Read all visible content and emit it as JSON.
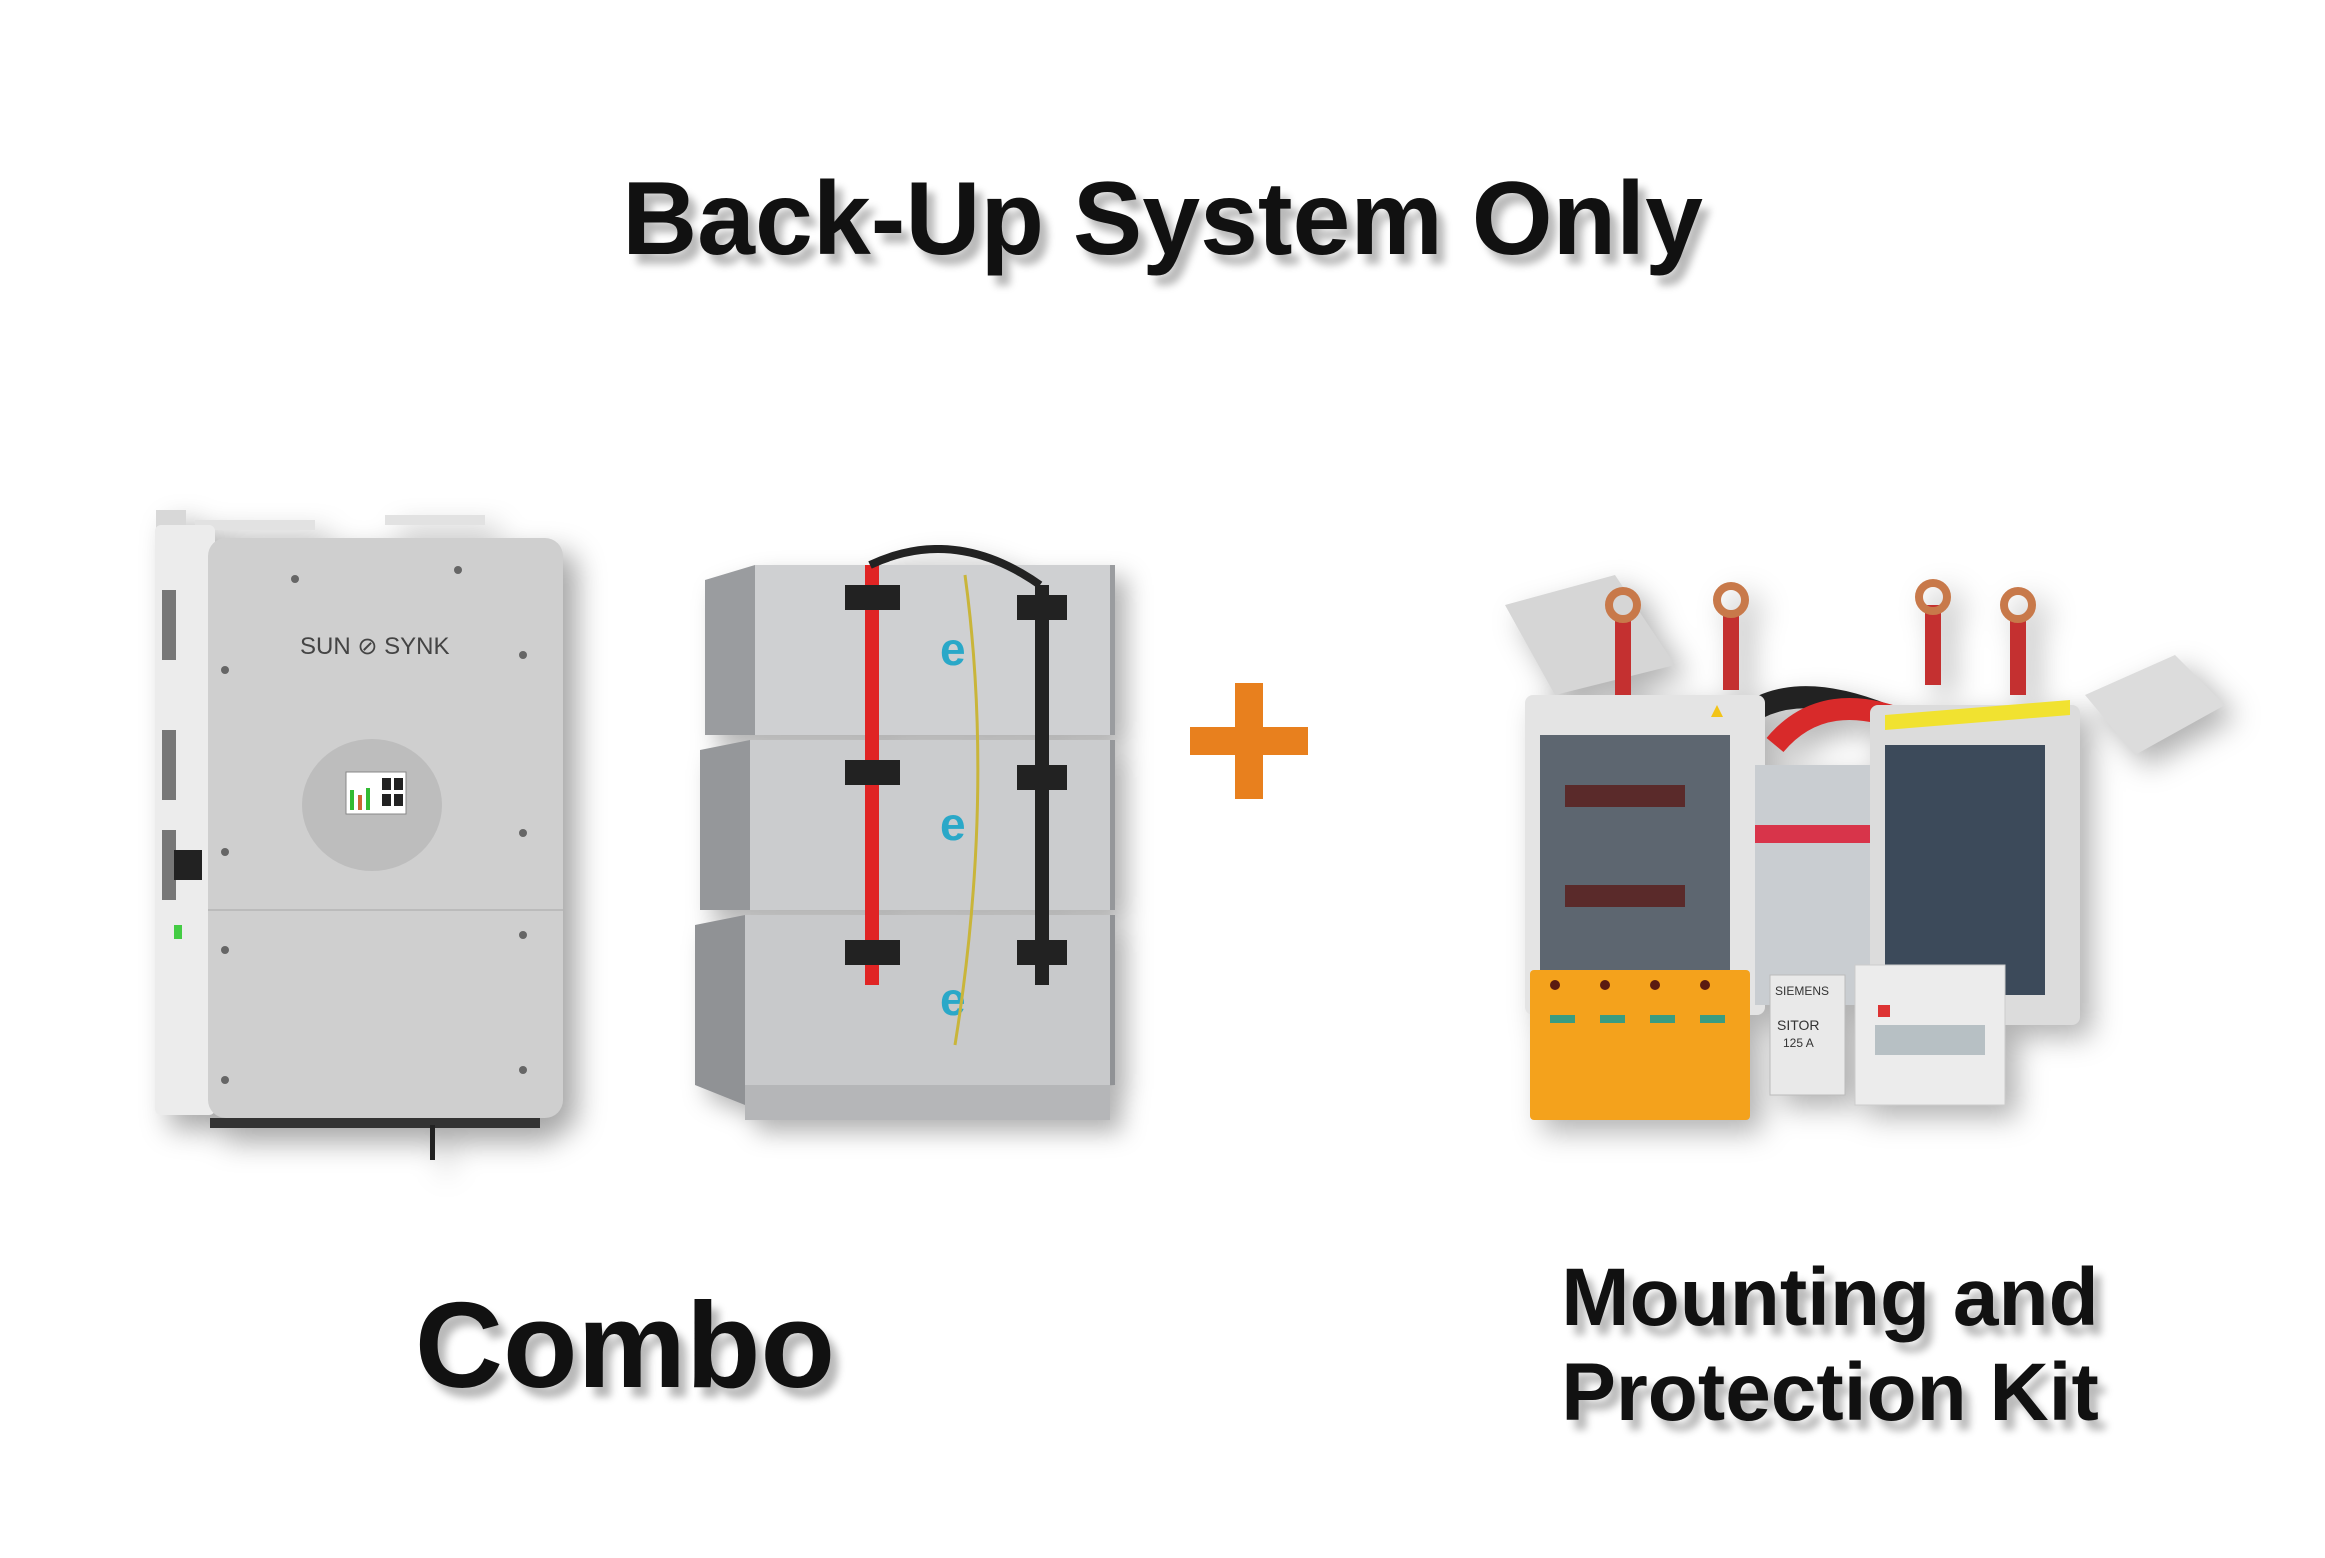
{
  "title": "Back-Up System Only",
  "products": {
    "combo": {
      "label": "Combo",
      "inverter_logo": "SUN SYNK",
      "image": "inverter-and-stacked-battery"
    },
    "plus_icon": {
      "icon": "plus-icon",
      "color": "#e8801e"
    },
    "kit": {
      "label_line1": "Mounting and",
      "label_line2": "Protection Kit",
      "fuse_logo": "SIEMENS SITOR 125 A",
      "image": "mounting-and-protection-kit"
    }
  }
}
